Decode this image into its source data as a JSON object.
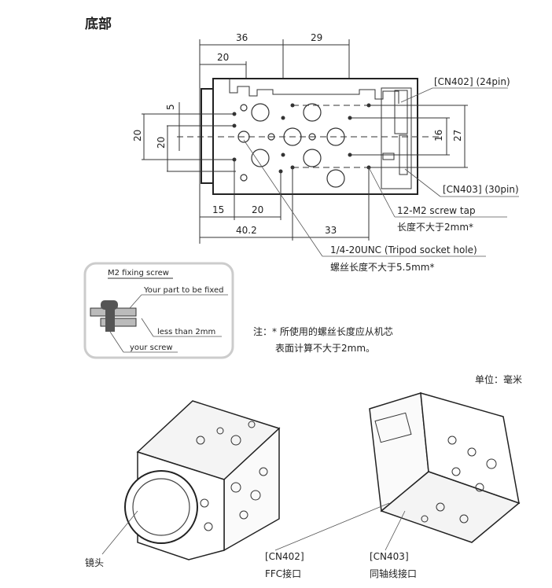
{
  "title": "底部",
  "dimensions": {
    "top_36": "36",
    "top_29": "29",
    "top_20": "20",
    "left_5": "5",
    "left_20a": "20",
    "left_20b": "20",
    "right_16": "16",
    "right_27": "27",
    "bottom_15": "15",
    "bottom_20": "20",
    "bottom_40_2": "40.2",
    "bottom_33": "33"
  },
  "callouts": {
    "cn402": "[CN402] (24pin)",
    "cn403": "[CN403] (30pin)",
    "screw_tap": "12-M2 screw tap",
    "screw_tap_note": "长度不大于2mm*",
    "tripod": "1/4-20UNC (Tripod socket hole)",
    "tripod_note": "螺丝长度不大于5.5mm*"
  },
  "inset": {
    "title": "M2 fixing screw",
    "part": "Your part to be fixed",
    "less": "less than 2mm",
    "screw": "your screw"
  },
  "note": {
    "line1": "注：* 所使用的螺丝长度应从机芯",
    "line2": "表面计算不大于2mm。"
  },
  "unit": "单位：毫米",
  "bottom_labels": {
    "lens": "镜头",
    "cn402": "[CN402]",
    "ffc": "FFC接口",
    "cn403": "[CN403]",
    "coax": "同轴线接口"
  }
}
